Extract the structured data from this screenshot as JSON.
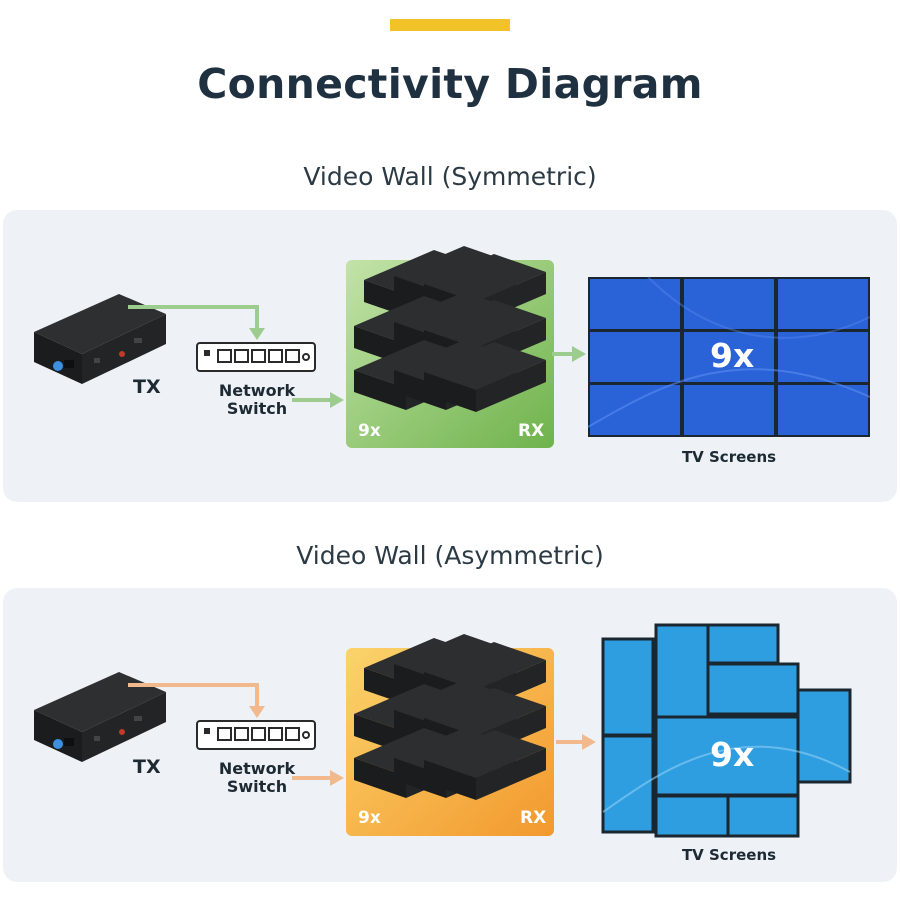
{
  "page": {
    "title": "Connectivity Diagram",
    "accent_color": "#f2c328"
  },
  "symmetric": {
    "section_title": "Video Wall (Symmetric)",
    "tx_label": "TX",
    "switch_label_line1": "Network",
    "switch_label_line2": "Switch",
    "rx_count": "9x",
    "rx_label": "RX",
    "screens_count": "9x",
    "screens_label": "TV Screens",
    "arrow_color": "#9ccc8e",
    "group_color": "#7fbf5f",
    "screen_color": "#2a62d8"
  },
  "asymmetric": {
    "section_title": "Video Wall (Asymmetric)",
    "tx_label": "TX",
    "switch_label_line1": "Network",
    "switch_label_line2": "Switch",
    "rx_count": "9x",
    "rx_label": "RX",
    "screens_count": "9x",
    "screens_label": "TV Screens",
    "arrow_color": "#f2b98c",
    "group_color": "#f3a93a",
    "screen_color": "#2f9ee0"
  }
}
